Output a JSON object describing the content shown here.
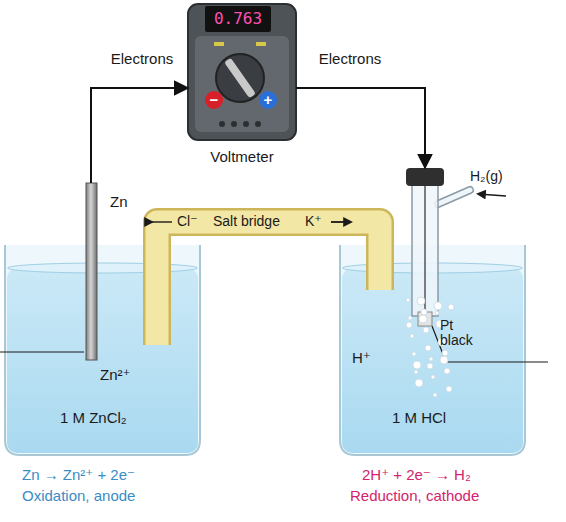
{
  "diagram": {
    "nodes": [
      {
        "text": [
          "0.763",
          "Voltmeter"
        ]
      },
      {
        "text": [
          "Zn"
        ]
      },
      {
        "text": [
          "Cl⁻",
          "Salt bridge",
          "K⁺"
        ]
      },
      {
        "text": [
          "Pt black"
        ]
      },
      {
        "text": [
          "Zn²⁺",
          "1 M ZnCl₂"
        ]
      },
      {
        "text": [
          "H⁺",
          "1 M HCl"
        ]
      }
    ],
    "edges": [
      {
        "from": 1,
        "to": 0,
        "arrow": "to",
        "label": "Electrons"
      },
      {
        "from": 0,
        "to": 3,
        "arrow": "to",
        "label": "Electrons"
      }
    ],
    "labels": [
      "−",
      "+",
      "H₂(g)",
      "Zn → Zn²⁺ + 2e⁻",
      "Oxidation, anode",
      "2H⁺ + 2e⁻ → H₂",
      "Reduction, cathode"
    ]
  }
}
